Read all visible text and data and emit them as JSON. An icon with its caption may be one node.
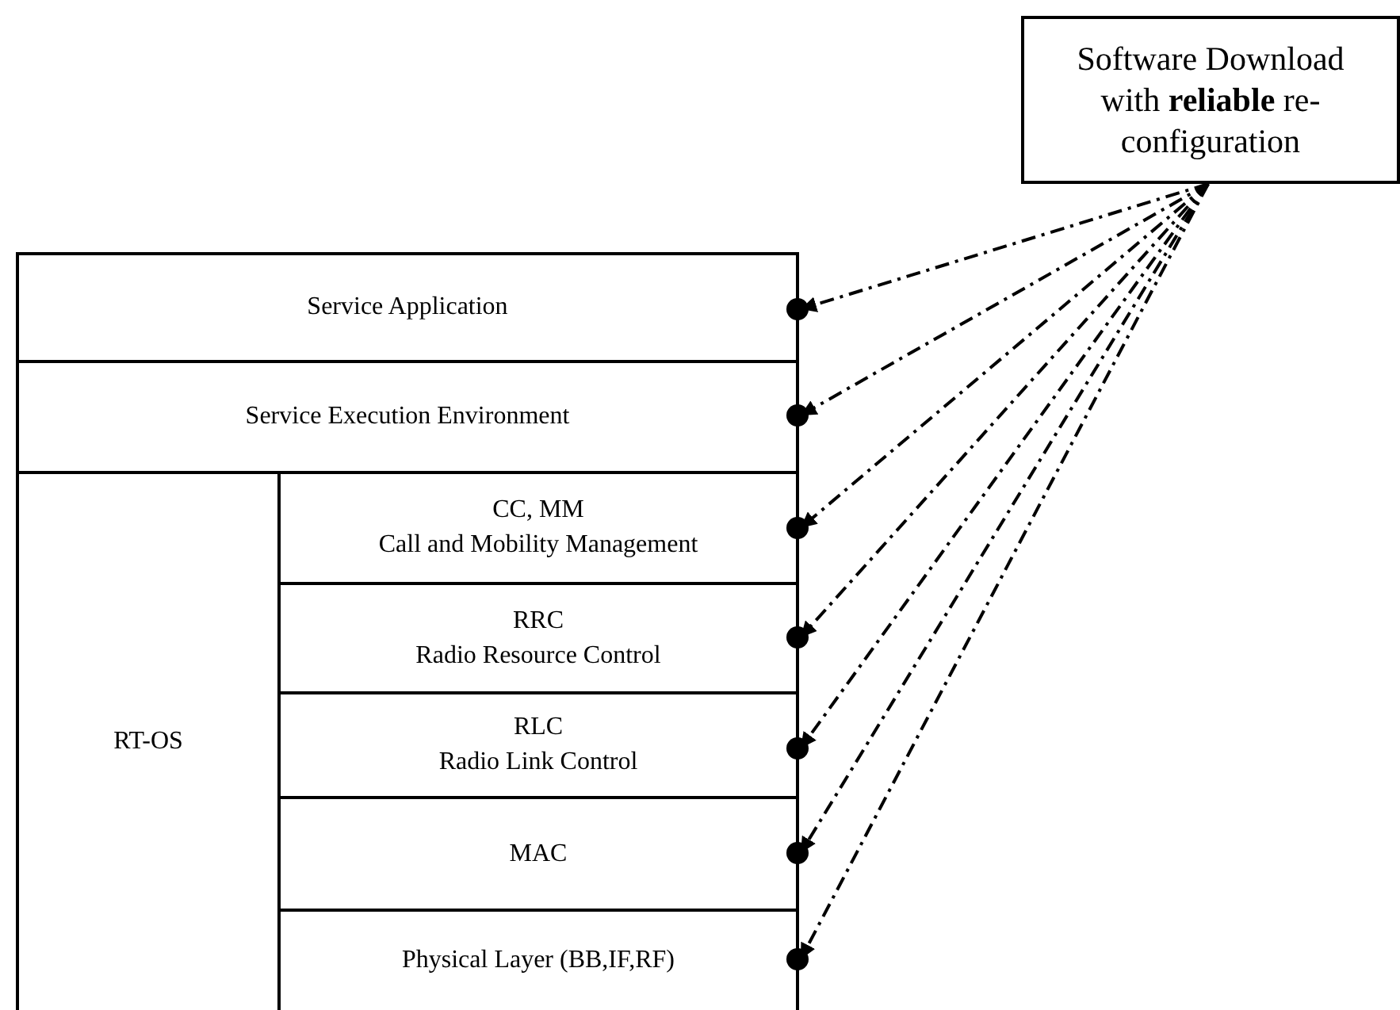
{
  "diagram": {
    "nodes": [
      {
        "text": [
          "Software Download with **reliable** re-configuration"
        ]
      },
      {
        "text": [
          "Service Application"
        ]
      },
      {
        "text": [
          "Service Execution Environment"
        ]
      },
      {
        "text": [
          "RT-OS"
        ]
      },
      {
        "text": [
          "CC, MM",
          "Call and Mobility Management"
        ]
      },
      {
        "text": [
          "RRC",
          "Radio Resource Control"
        ]
      },
      {
        "text": [
          "RLC",
          "Radio Link Control"
        ]
      },
      {
        "text": [
          "MAC"
        ]
      },
      {
        "text": [
          "Physical Layer (BB,IF,RF)"
        ]
      }
    ],
    "edges": [
      {
        "from": 0,
        "to": 1,
        "arrow": "to",
        "style": "dashed"
      },
      {
        "from": 0,
        "to": 2,
        "arrow": "to",
        "style": "dashed"
      },
      {
        "from": 0,
        "to": 4,
        "arrow": "to",
        "style": "dashed"
      },
      {
        "from": 0,
        "to": 5,
        "arrow": "to",
        "style": "dashed"
      },
      {
        "from": 0,
        "to": 6,
        "arrow": "to",
        "style": "dashed"
      },
      {
        "from": 0,
        "to": 7,
        "arrow": "to",
        "style": "dashed"
      },
      {
        "from": 0,
        "to": 8,
        "arrow": "to",
        "style": "dashed"
      }
    ]
  }
}
